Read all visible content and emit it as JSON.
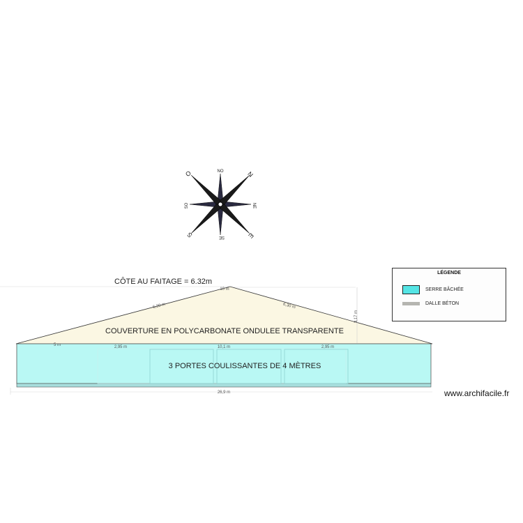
{
  "compass": {
    "n": "N",
    "ne": "NE",
    "e": "E",
    "se": "SE",
    "s": "S",
    "so": "SO",
    "o": "O",
    "no": "NO"
  },
  "drawing": {
    "ridge_height_note": "CÔTE AU FAITAGE = 6.32m",
    "roof_text": "COUVERTURE EN POLYCARBONATE ONDULEE TRANSPARENTE",
    "doors_text": "3 PORTES COULISSANTES DE 4 MÈTRES",
    "dims": {
      "ridge": "10 m",
      "roof_left": "6,30 m",
      "roof_right": "6,30 m",
      "height": "3,17 m",
      "eave_left": "5 m",
      "bay_left": "2,95 m",
      "doors_total": "10,1 m",
      "bay_right": "2,95 m",
      "total_width": "26,9 m"
    },
    "colors": {
      "roof": "#fbf7e3",
      "serre": "#b9f8f4",
      "dalle": "#a7dedd"
    }
  },
  "legend": {
    "title": "LÉGENDE",
    "items": [
      {
        "label": "SERRE BÂCHÉE",
        "color": "#55e5e5"
      },
      {
        "label": "DALLE BÉTON",
        "color": "#b5b5b0"
      }
    ]
  },
  "brand": "www.archifacile.fr"
}
